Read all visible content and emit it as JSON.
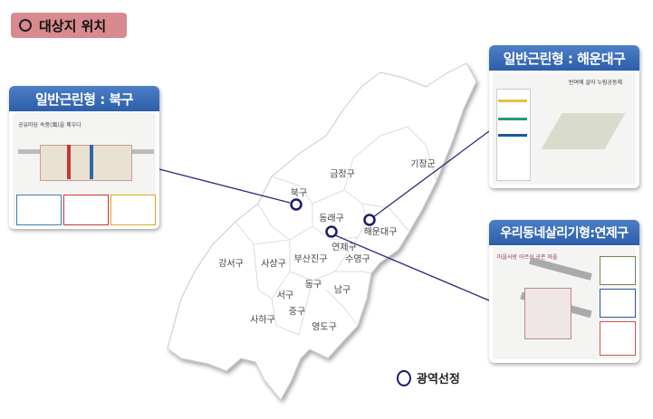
{
  "title": "대상지 위치",
  "cards": [
    {
      "title": "일반근린형 : 북구",
      "caption": "공유마당 속풍(風)을 꿰우다"
    },
    {
      "title": "일반근린형 : 해운대구",
      "caption": "반여에 살아 누림공동체"
    },
    {
      "title": "우리동네살리기형:연제구",
      "caption": "마을사랑 어르신 공존 마을"
    }
  ],
  "districts": [
    "기장군",
    "금정구",
    "북구",
    "동래구",
    "해운대구",
    "연제구",
    "부산진구",
    "수영구",
    "강서구",
    "사상구",
    "동구",
    "남구",
    "서구",
    "중구",
    "사하구",
    "영도구"
  ],
  "legend": {
    "label": "광역선정",
    "marker_color": "#1b1b6e"
  },
  "colors": {
    "title_bg": "#d98a8e",
    "card_header": "#3a6cb8",
    "line": "#2a2a78"
  }
}
